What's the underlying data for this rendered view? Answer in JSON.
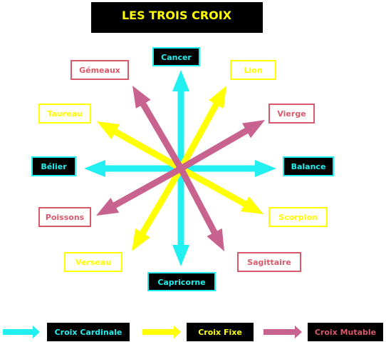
{
  "title": "LES TROIS CROIX",
  "colors": {
    "cardinal": "#22f0f0",
    "fixe": "#ffff00",
    "mutable": "#c8628f",
    "mutable_text": "#d85a6a",
    "dark_box": "#000000"
  },
  "signs": {
    "cancer": "Cancer",
    "lion": "Lion",
    "vierge": "Vierge",
    "balance": "Balance",
    "scorpion": "Scorpion",
    "sagittaire": "Sagittaire",
    "capricorne": "Capricorne",
    "verseau": "Verseau",
    "poissons": "Poissons",
    "belier": "Bélier",
    "taureau": "Taureau",
    "gemeaux": "Gémeaux"
  },
  "legend": {
    "cardinal": "Croix Cardinale",
    "fixe": "Croix Fixe",
    "mutable": "Croix Mutable"
  }
}
